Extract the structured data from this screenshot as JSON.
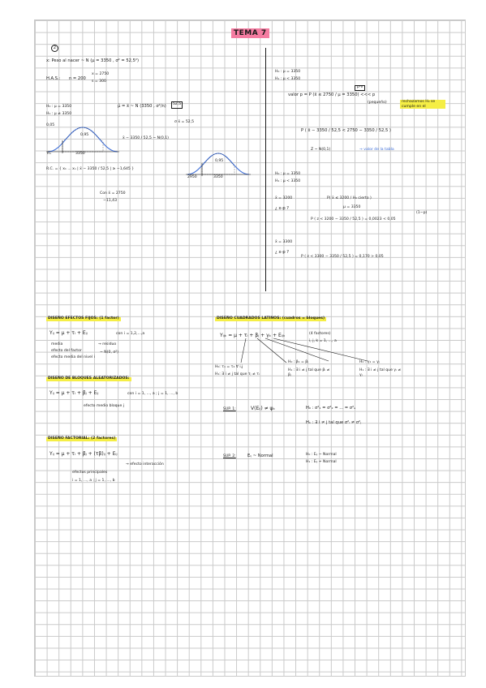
{
  "title": "TEMA 7",
  "exercise_number": "2",
  "top_left": {
    "line1": "x: Peso al nacer ~ N (μ = 3350 , σ² = 52,5²)",
    "hip_label": "H.A.S.:",
    "n_value": "n = 200",
    "brace_a": "x = 2750",
    "brace_b": "s = 300",
    "h0": "H₀ : μ = 3350",
    "h1": "H₁ : μ ≠ 3350",
    "alpha": "0,05",
    "estimator": "μ̂ = x̄ ~ N (3350 , σ²/n)",
    "se_box": "52,5",
    "se_label": "σ x̄ = 52,5",
    "z_expr": "x̄ − 3350 / 52,5 ~ N(0,1)",
    "curve_left_labels": [
      "Rₓ",
      "3350"
    ],
    "curve_pct": "0,95",
    "rc": "R.C. = { x₁ ... xₙ | x̄ − 3350 / 52,5 | ≥ −1,645 }",
    "con_x": "Con x̄ = 2750",
    "con_val": "−11,43",
    "curve_right_labels": [
      "2950",
      "3350"
    ],
    "curve_right_pct": "0,95"
  },
  "top_right": {
    "h0": "H₀ : μ = 3350",
    "h1": "H₁ : μ < 3350",
    "box_label": "p-v",
    "valor_p": "valor p = P (x̄ ≤ 2750 / μ = 3350) <<< p",
    "pequeno": "(pequeño)",
    "rechazo_note": "rechazamos H₀ se cumple en el",
    "prob_expr": "P ( x̄ − 3350 / 52,5 < 2750 − 3350 / 52,5 )",
    "z_label": "Z ~ N(0,1)",
    "note_blue": "→ valor de la tabla",
    "h0b": "H₀ : μ = 3350",
    "h1b": "H₁ : μ < 3350",
    "xbar1": "x̄ = 3200",
    "p_dado": "P( x̄ ≤ 3200 / H₀ cierto )",
    "mu_sub": "μ = 3350",
    "q1": "¿ x-p ?",
    "p_res": "P ( z < 3200 − 3350 / 52,5 ) = 0,0023 < 0,05",
    "exp": "(1−p)",
    "xbar2": "x̄ = 3300",
    "q2": "¿ x-p ?",
    "p_res2": "P ( z < 3300 − 3350 / 52,5 ) = 0,170 > 0,05"
  },
  "bottom_left": {
    "sec1_title": "DISEÑO EFECTOS FIJOS: (1 factor)",
    "sec1_eq": "Yᵢⱼ = μ + τᵢ + Eᵢⱼ",
    "sec1_cond": "con i = 1,2,...,a",
    "sec1_sub": "→ residuo",
    "sec1_dist": "~ N(0, σ²)",
    "sec1_labels": [
      "media",
      "efecto del factor",
      "efecto media del nivel i"
    ],
    "sec2_title": "DISEÑO DE BLOQUES ALEATORIZADOS:",
    "sec2_eq": "Yᵢⱼ = μ + τᵢ + βⱼ + Eᵢⱼ",
    "sec2_cond": "con i = 1, ..., a ; j = 1, ..., b",
    "sec2_sub": "efecto medio bloque j",
    "sec3_title": "DISEÑO FACTORIAL: (2 factores)",
    "sec3_eq": "Yᵢⱼ = μ + τᵢ + βⱼ + (τβ)ᵢⱼ + Eᵢⱼ",
    "sec3_sub1": "→ efecto interacción",
    "sec3_sub2": "efectos principales",
    "sec3_idx": "i = 1, ..., a ; j = 1, ..., b"
  },
  "bottom_right": {
    "sec_title": "DISEÑO CUADRADOS LATINOS: (cuadros = bloques)",
    "eq": "Yᵢⱼₖ = μ + τᵢ + βⱼ + γₖ + Eᵢⱼₖ",
    "cond1": "(4 factores)",
    "cond2": "i, j, k = 1, ..., a",
    "h_tau_0": "H₀: τ₁ = τ₂ ∀ i,j",
    "h_tau_1": "H₁: ∃ i ≠ j tal que τⱼ ≠ τᵢ",
    "h_beta_0": "H₀ : β₁ = βⱼ",
    "h_beta_1": "H₁ : ∃ i ≠ j tal que βᵢ ≠ βⱼ",
    "h_gamma_0": "H₀ : γ₁ = γⱼ",
    "h_gamma_1": "H₁ : ∃ i ≠ j tal que γᵢ ≠ γⱼ",
    "sup1_label": "SUP. 1:",
    "sup1_eq": "V(Eᵢⱼ) ≠ ψₖ",
    "sup1_h0": "H₀ : σ²₁ = σ²₂ = ... = σ²ₐ",
    "sup1_h1": "H₁ : ∃ i ≠ j tal que σ²ᵢ ≠ σ²ⱼ",
    "sup2_label": "SUP. 2:",
    "sup2_eq": "Eᵢⱼ ~ Normal",
    "sup2_h0": "H₀ : Eᵢⱼ ~ Normal",
    "sup2_h1": "H₁ : Eᵢⱼ ≁ Normal"
  }
}
